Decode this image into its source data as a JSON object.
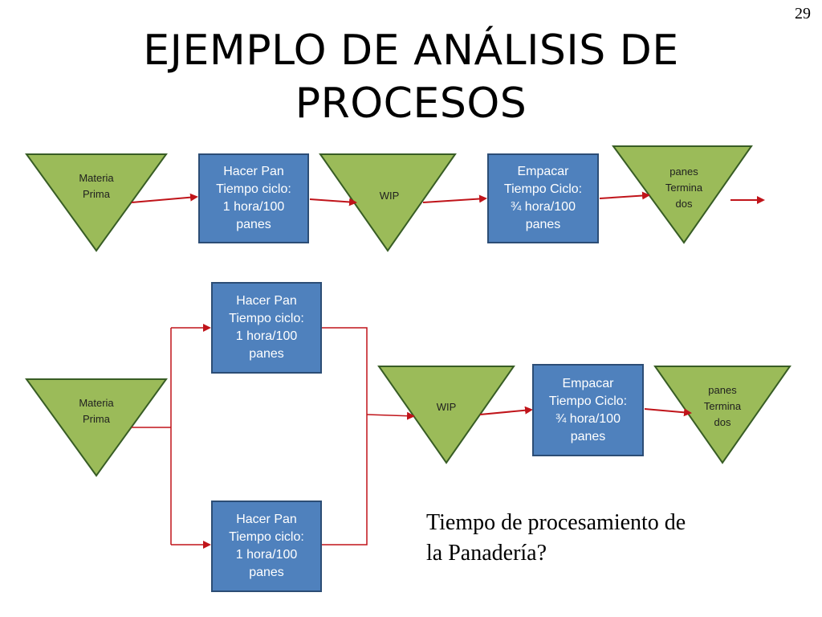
{
  "slide_number": "29",
  "title": {
    "line1": "EJEMPLO DE ANÁLISIS DE",
    "line2": "PROCESOS"
  },
  "top_flow": {
    "materia": {
      "line1": "Materia",
      "line2": "Prima"
    },
    "hacer_pan": {
      "line1": "Hacer Pan",
      "line2": "Tiempo ciclo:",
      "line3": "1 hora/100",
      "line4": "panes"
    },
    "wip": {
      "label": "WIP"
    },
    "empacar": {
      "line1": "Empacar",
      "line2": "Tiempo Ciclo:",
      "line3": "¾ hora/100",
      "line4": "panes"
    },
    "terminados": {
      "line1": "panes",
      "line2": "Termina",
      "line3": "dos"
    }
  },
  "bottom_flow": {
    "materia": {
      "line1": "Materia",
      "line2": "Prima"
    },
    "hacer_pan_top": {
      "line1": "Hacer Pan",
      "line2": "Tiempo ciclo:",
      "line3": "1 hora/100",
      "line4": "panes"
    },
    "hacer_pan_bottom": {
      "line1": "Hacer Pan",
      "line2": "Tiempo ciclo:",
      "line3": "1 hora/100",
      "line4": "panes"
    },
    "wip": {
      "label": "WIP"
    },
    "empacar": {
      "line1": "Empacar",
      "line2": "Tiempo Ciclo:",
      "line3": "¾ hora/100",
      "line4": "panes"
    },
    "terminados": {
      "line1": "panes",
      "line2": "Termina",
      "line3": "dos"
    }
  },
  "question": {
    "line1": "Tiempo de procesamiento de",
    "line2": "la Panadería?"
  },
  "colors": {
    "inventory_fill": "#9bbb59",
    "inventory_stroke": "#385d25",
    "process_fill": "#4f81bd",
    "process_stroke": "#2c4d75",
    "arrow": "#c0141a"
  }
}
